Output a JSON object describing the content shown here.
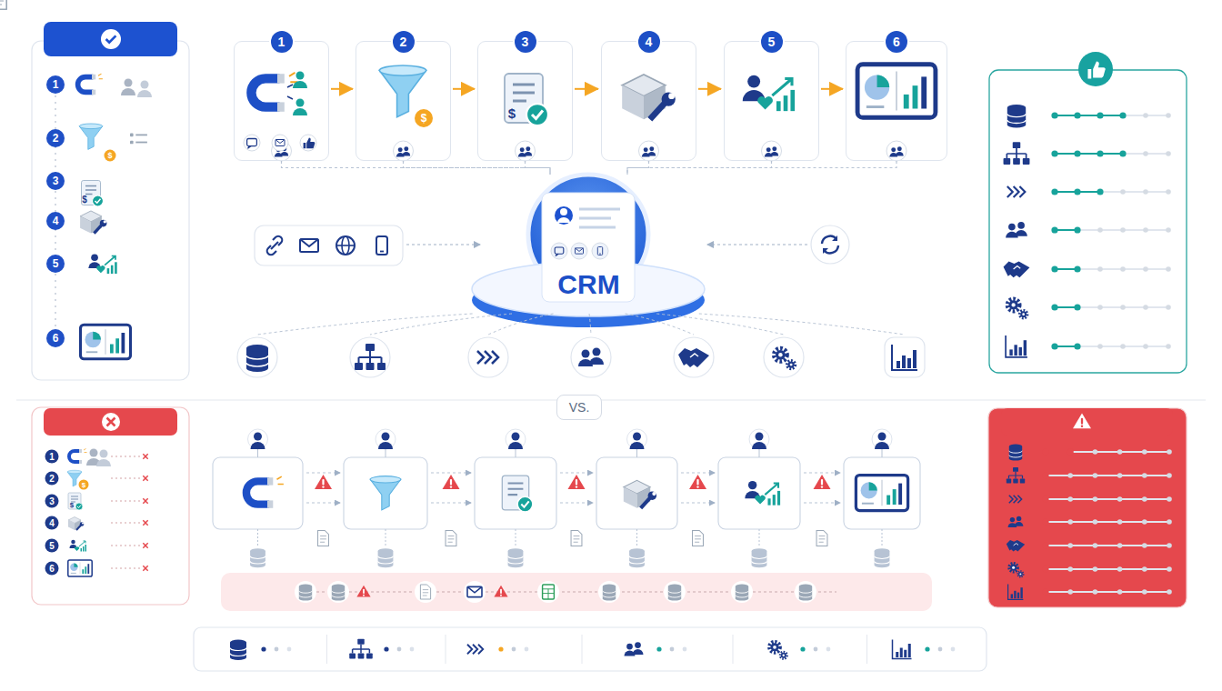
{
  "diagram": {
    "nodes": [
      {
        "text": [
          "1"
        ]
      },
      {
        "text": [
          "2"
        ]
      },
      {
        "text": [
          "3"
        ]
      },
      {
        "text": [
          "4"
        ]
      },
      {
        "text": [
          "5"
        ]
      },
      {
        "text": [
          "6"
        ]
      },
      {
        "text": [
          "CRM"
        ]
      },
      {
        "text": [
          "VS."
        ]
      }
    ],
    "edges": [
      {
        "from": 0,
        "to": 1,
        "arrow": "to"
      },
      {
        "from": 1,
        "to": 2,
        "arrow": "to"
      },
      {
        "from": 2,
        "to": 3,
        "arrow": "to"
      },
      {
        "from": 3,
        "to": 4,
        "arrow": "to"
      },
      {
        "from": 4,
        "to": 5,
        "arrow": "to"
      },
      {
        "from": 0,
        "to": 6,
        "arrow": "none"
      },
      {
        "from": 1,
        "to": 6,
        "arrow": "none"
      },
      {
        "from": 2,
        "to": 6,
        "arrow": "none"
      },
      {
        "from": 3,
        "to": 6,
        "arrow": "none"
      },
      {
        "from": 4,
        "to": 6,
        "arrow": "none"
      },
      {
        "from": 5,
        "to": 6,
        "arrow": "none"
      }
    ],
    "labels": [
      "1",
      "2",
      "$",
      "3",
      "$",
      "4",
      "5",
      "6",
      "$",
      "$",
      "1",
      "2",
      "$",
      "3",
      "$",
      "4",
      "5",
      "6"
    ]
  }
}
